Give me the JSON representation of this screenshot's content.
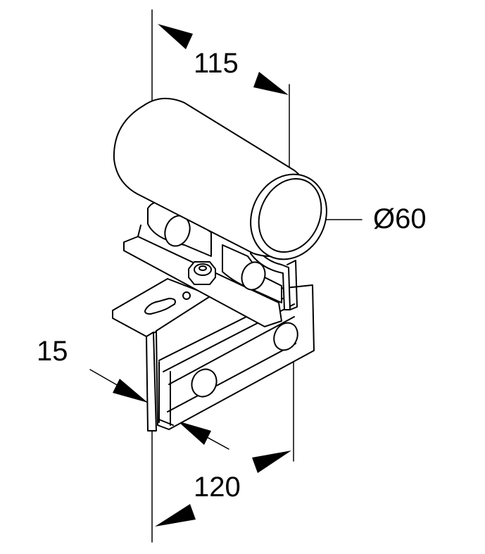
{
  "dimensions": {
    "length_top": "115",
    "diameter": "Ø60",
    "thickness": "15",
    "length_bottom": "120"
  },
  "colors": {
    "line": "#000000",
    "background": "#ffffff"
  }
}
